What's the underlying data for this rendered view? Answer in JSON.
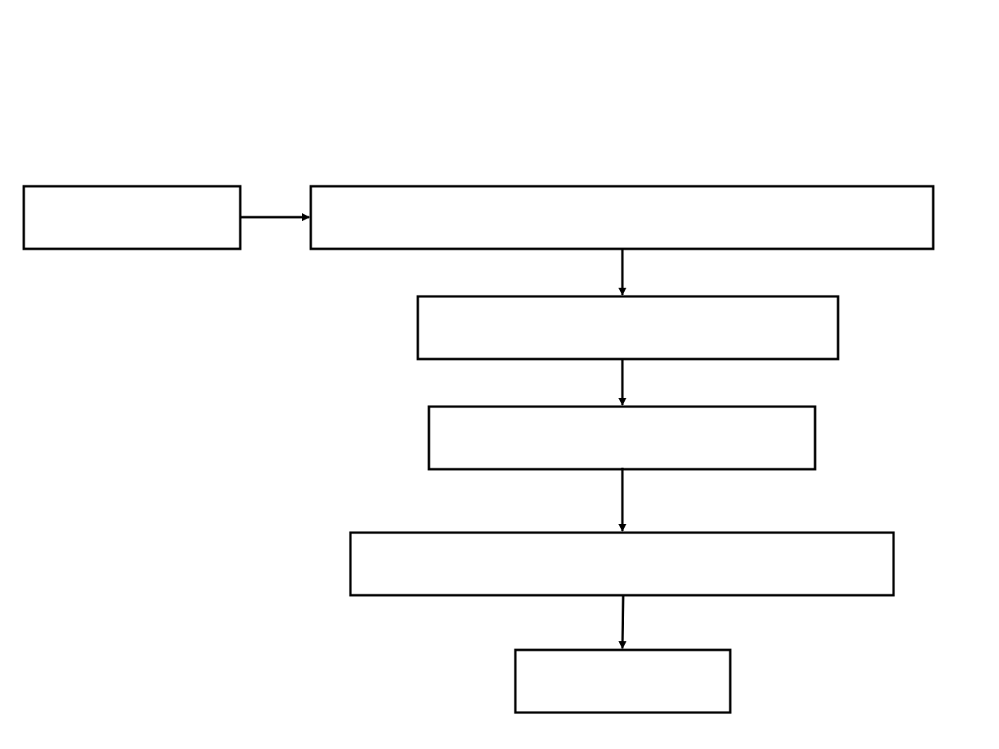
{
  "diagram": {
    "stroke_color": "#000000",
    "background": "#ffffff",
    "nodes": [
      {
        "id": "source",
        "label": ""
      },
      {
        "id": "top-wide",
        "label": ""
      },
      {
        "id": "step-2",
        "label": ""
      },
      {
        "id": "step-3",
        "label": ""
      },
      {
        "id": "step-4",
        "label": ""
      },
      {
        "id": "step-5",
        "label": ""
      }
    ],
    "edges": [
      {
        "from": "source",
        "to": "top-wide"
      },
      {
        "from": "top-wide",
        "to": "step-2"
      },
      {
        "from": "step-2",
        "to": "step-3"
      },
      {
        "from": "step-3",
        "to": "step-4"
      },
      {
        "from": "step-4",
        "to": "step-5"
      }
    ]
  }
}
